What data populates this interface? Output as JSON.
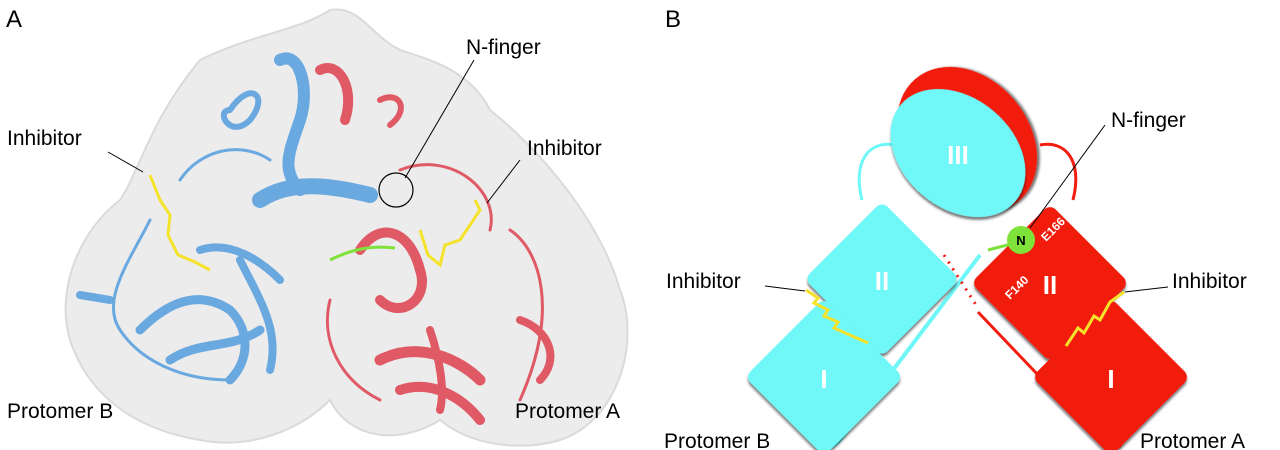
{
  "panel_a": {
    "letter": "A",
    "labels": {
      "inhibitor_left": "Inhibitor",
      "inhibitor_right": "Inhibitor",
      "n_finger": "N-finger",
      "protomer_b": "Protomer B",
      "protomer_a": "Protomer A"
    }
  },
  "panel_b": {
    "letter": "B",
    "labels": {
      "inhibitor_left": "Inhibitor",
      "inhibitor_right": "Inhibitor",
      "n_finger": "N-finger",
      "protomer_b": "Protomer B",
      "protomer_a": "Protomer A"
    },
    "domains": {
      "d1": "I",
      "d2": "II",
      "d3": "III"
    },
    "n_terminus": "N",
    "residues": {
      "f140": "F140",
      "e166": "E166"
    }
  },
  "colors": {
    "protomer_a": "#f21d0f",
    "protomer_b": "#6ff7f7",
    "ribbon_a": "#e05a66",
    "ribbon_b": "#6aa8e0",
    "inhibitor": "#f5e22a",
    "n_finger": "#7ee23a",
    "surface": "#ececec"
  }
}
